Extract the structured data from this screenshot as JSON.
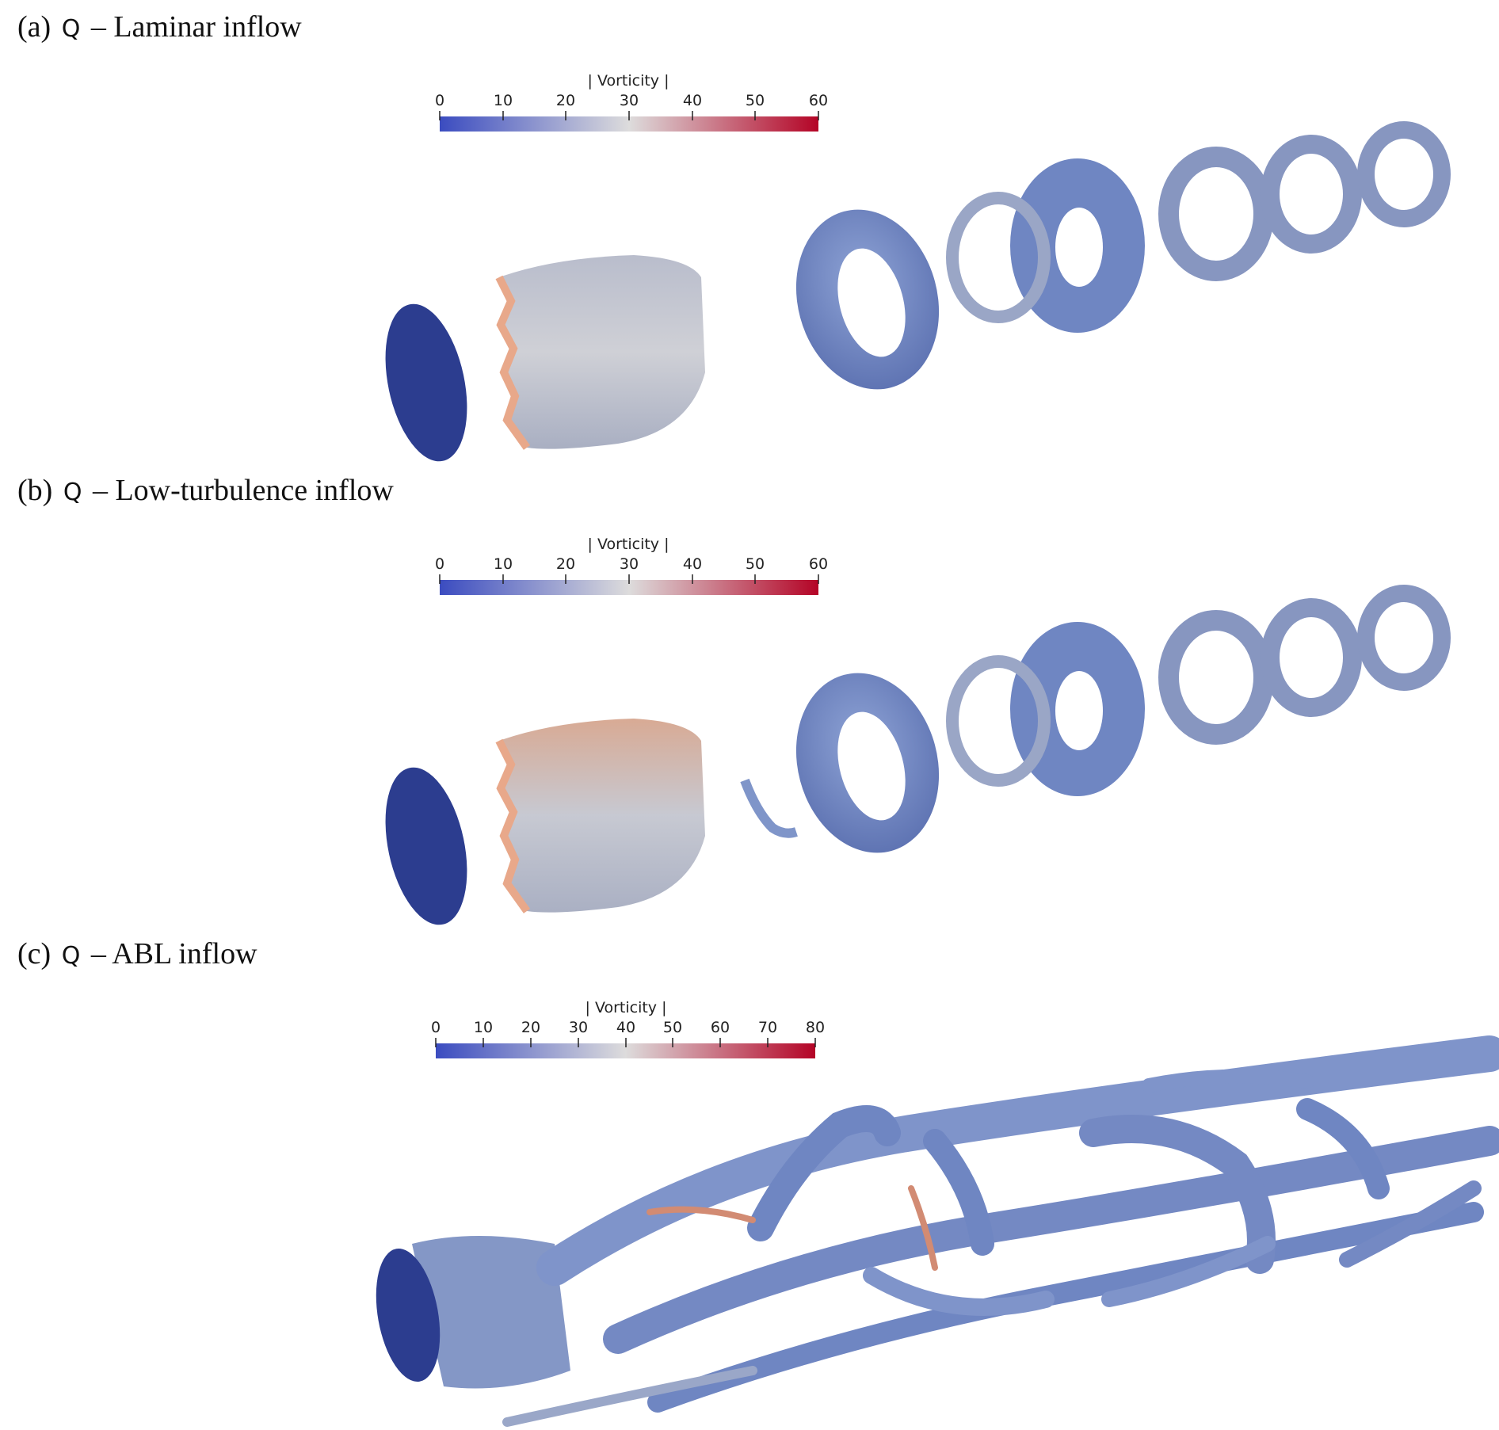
{
  "panels": [
    {
      "label": "(a)",
      "symbol": "Q",
      "dash": "–",
      "name": "Laminar inflow",
      "colorbar": {
        "title": "| Vorticity |",
        "min": 0,
        "max": 60,
        "ticks": [
          "0",
          "10",
          "20",
          "30",
          "40",
          "50",
          "60"
        ]
      },
      "structures": [
        "shed-vortex-disk",
        "tip-vortex-sheath",
        "vortex-rings"
      ]
    },
    {
      "label": "(b)",
      "symbol": "Q",
      "dash": "–",
      "name": "Low-turbulence inflow",
      "colorbar": {
        "title": "| Vorticity |",
        "min": 0,
        "max": 60,
        "ticks": [
          "0",
          "10",
          "20",
          "30",
          "40",
          "50",
          "60"
        ]
      },
      "structures": [
        "shed-vortex-disk",
        "tip-vortex-sheath",
        "vortex-rings"
      ]
    },
    {
      "label": "(c)",
      "symbol": "Q",
      "dash": "–",
      "name": "ABL inflow",
      "colorbar": {
        "title": "| Vorticity |",
        "min": 0,
        "max": 80,
        "ticks": [
          "0",
          "10",
          "20",
          "30",
          "40",
          "50",
          "60",
          "70",
          "80"
        ]
      },
      "structures": [
        "shed-vortex-disk",
        "turbulent-vortex-tubes"
      ]
    }
  ],
  "colors": {
    "low": "#3b4cc0",
    "mid": "#dddcdc",
    "high": "#b40426",
    "surface": "#7f95c9",
    "disk": "#2c3d8f"
  }
}
